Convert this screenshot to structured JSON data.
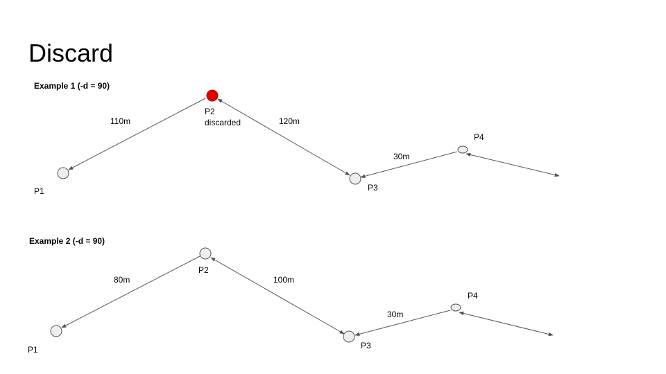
{
  "title": "Discard",
  "example1": {
    "heading": "Example 1 (-d = 90)",
    "nodes": {
      "p1": "P1",
      "p2": "P2",
      "p2_status": "discarded",
      "p3": "P3",
      "p4": "P4"
    },
    "edges": {
      "p1_p2": "110m",
      "p2_p3": "120m",
      "p3_p4": "30m"
    },
    "colors": {
      "discarded_node": "#e00000",
      "node": "#eeeeee"
    }
  },
  "example2": {
    "heading": "Example 2 (-d = 90)",
    "nodes": {
      "p1": "P1",
      "p2": "P2",
      "p3": "P3",
      "p4": "P4"
    },
    "edges": {
      "p1_p2": "80m",
      "p2_p3": "100m",
      "p3_p4": "30m"
    }
  }
}
